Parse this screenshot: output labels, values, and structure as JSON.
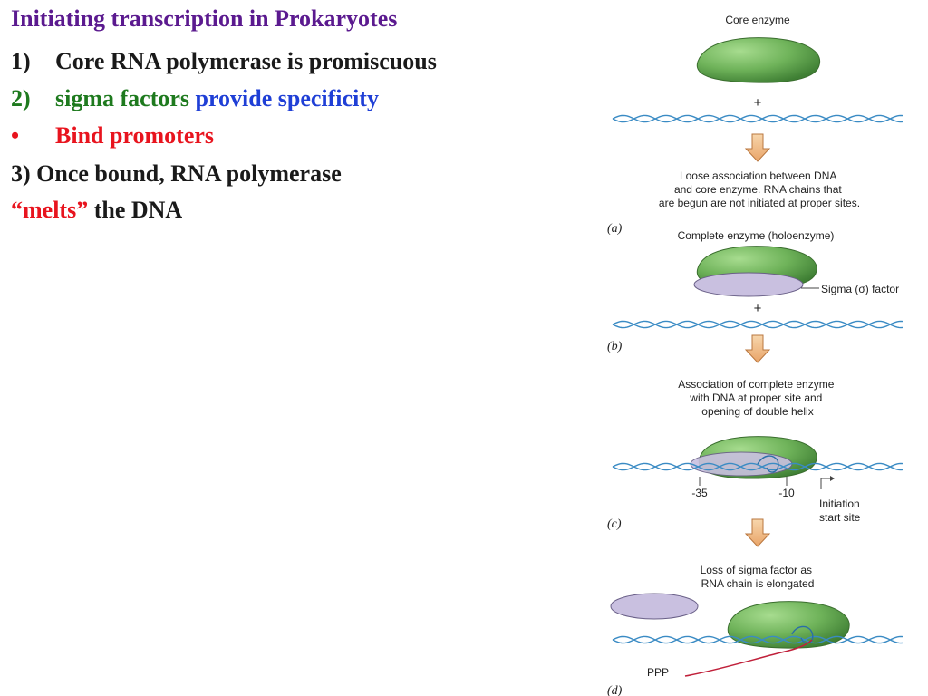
{
  "slide": {
    "title": "Initiating transcription in Prokaryotes",
    "point1": {
      "marker": "1)",
      "text": "Core RNA polymerase is promiscuous"
    },
    "point2": {
      "marker": "2)",
      "part_a": "sigma factors",
      "part_b": "provide specificity"
    },
    "bullet": {
      "marker": "•",
      "text": "Bind promoters"
    },
    "point3": {
      "line1": "3) Once bound, RNA polymerase",
      "open_quote": "“",
      "melts": "melts",
      "close_quote": "”",
      "rest": " the DNA"
    }
  },
  "figure": {
    "a": {
      "heading": "Core enzyme",
      "plus": "+",
      "caption": [
        "Loose association between DNA",
        "and core enzyme. RNA chains that",
        "are begun are not initiated at proper sites."
      ],
      "panel": "(a)"
    },
    "b": {
      "heading": "Complete enzyme (holoenzyme)",
      "sigma_label": "Sigma (σ) factor",
      "plus": "+",
      "panel": "(b)"
    },
    "c": {
      "caption": [
        "Association of complete enzyme",
        "with DNA at proper site and",
        "opening of double helix"
      ],
      "tick_35": "-35",
      "tick_10": "-10",
      "initiation": [
        "Initiation",
        "start site"
      ],
      "panel": "(c)"
    },
    "d": {
      "caption": [
        "Loss of sigma factor as",
        "RNA chain is elongated"
      ],
      "ppp": "PPP",
      "panel": "(d)"
    }
  },
  "colors": {
    "title": "#5b1a8f",
    "point1": "#1a1a1a",
    "sigma_green": "#1e7a1e",
    "specificity_blue": "#1f3fd6",
    "red": "#e8141e",
    "enzyme": "#6fb35a",
    "sigma_fill": "#c9c0e0",
    "dna": "#3a8bc4",
    "arrow": "#f2c089",
    "rna": "#c0203a"
  }
}
